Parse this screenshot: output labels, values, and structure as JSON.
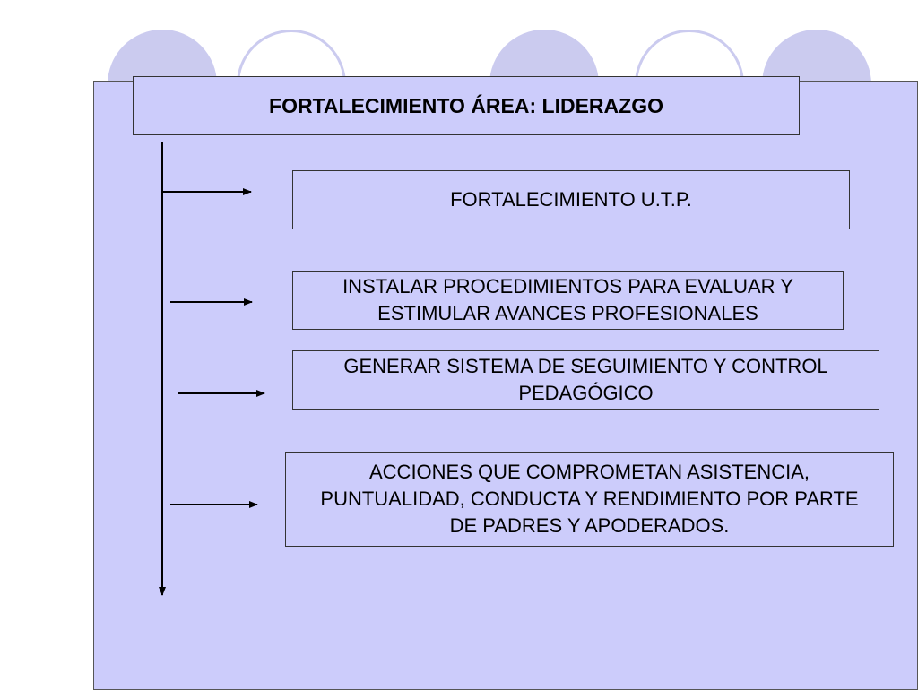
{
  "slide": {
    "title": "FORTALECIMIENTO ÁREA: LIDERAZGO",
    "items": [
      {
        "label": "FORTALECIMIENTO U.T.P."
      },
      {
        "label": "INSTALAR PROCEDIMIENTOS PARA EVALUAR Y ESTIMULAR AVANCES PROFESIONALES"
      },
      {
        "label": "GENERAR SISTEMA DE SEGUIMIENTO Y CONTROL PEDAGÓGICO"
      },
      {
        "label": "ACCIONES QUE COMPROMETAN ASISTENCIA, PUNTUALIDAD, CONDUCTA Y RENDIMIENTO POR PARTE DE PADRES Y APODERADOS."
      }
    ]
  },
  "colors": {
    "panel_fill": "#ccccfb",
    "circle_fill": "#cbcbef",
    "line": "#000000"
  }
}
